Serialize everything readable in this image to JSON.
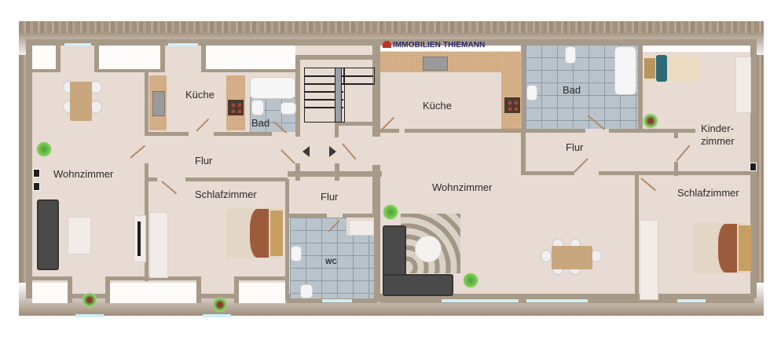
{
  "brand": {
    "name": "IMMOBILIEN THIEMANN",
    "icon": "building-logo-icon",
    "color": "#2a2a6e",
    "icon_color": "#c0302b"
  },
  "colors": {
    "wall": "#a89a88",
    "floor": "#e7dbd3",
    "tile": "#b9c3cb",
    "counter": "#d9b48d",
    "roof": "#a3917f"
  },
  "left_unit": {
    "rooms": [
      {
        "id": "wohnzimmer",
        "label": "Wohnzimmer"
      },
      {
        "id": "kueche",
        "label": "Küche"
      },
      {
        "id": "bad",
        "label": "Bad"
      },
      {
        "id": "flur",
        "label": "Flur"
      },
      {
        "id": "schlafzimmer",
        "label": "Schlafzimmer"
      }
    ]
  },
  "stairwell": {
    "flur_label": "Flur",
    "wc_label": "WC"
  },
  "right_unit": {
    "rooms": [
      {
        "id": "kueche",
        "label": "Küche"
      },
      {
        "id": "bad",
        "label": "Bad"
      },
      {
        "id": "flur",
        "label": "Flur"
      },
      {
        "id": "kinderzimmer",
        "label": "Kinder-\nzimmer",
        "line1": "Kinder-",
        "line2": "zimmer"
      },
      {
        "id": "wohnzimmer",
        "label": "Wohnzimmer"
      },
      {
        "id": "schlafzimmer",
        "label": "Schlafzimmer"
      }
    ]
  }
}
